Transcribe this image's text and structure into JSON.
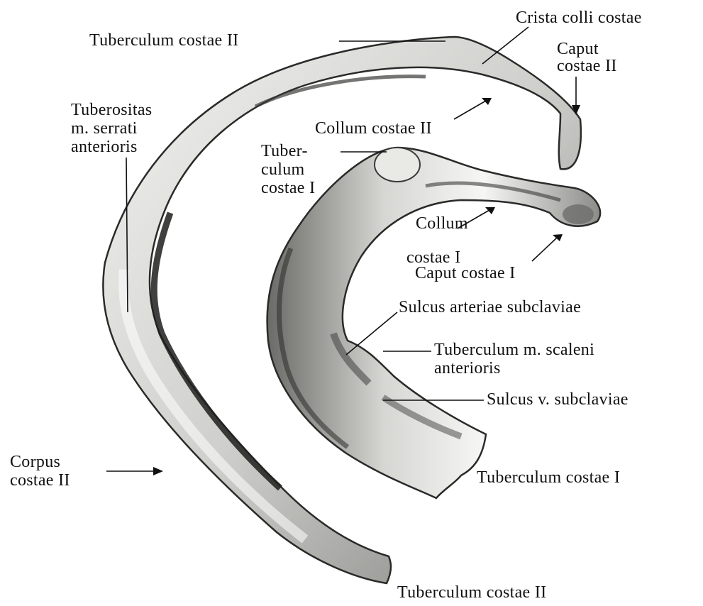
{
  "labels": {
    "tuberculum_costae_ii_top": "Tuberculum costae II",
    "crista_colli_costae": "Crista colli costae",
    "caput_costae_ii_line1": "Caput",
    "caput_costae_ii_line2": "costae II",
    "tuberositas_line1": "Tuberositas",
    "tuberositas_line2": "m. serrati",
    "tuberositas_line3": "anterioris",
    "collum_costae_ii": "Collum costae II",
    "tuberculum_costae_i_line1": "Tuber-",
    "tuberculum_costae_i_line2": "culum",
    "tuberculum_costae_i_line3": "costae I",
    "collum_costae_i_line1": "Collum",
    "collum_costae_i_line2": "costae I",
    "caput_costae_i": "Caput costae I",
    "sulcus_arteriae_subclaviae": "Sulcus arteriae subclaviae",
    "tuberculum_scaleni_line1": "Tuberculum m. scaleni",
    "tuberculum_scaleni_line2": "anterioris",
    "sulcus_v_subclaviae": "Sulcus v. subclaviae",
    "corpus_costae_ii_line1": "Corpus",
    "corpus_costae_ii_line2": "costae II",
    "tuberculum_costae_i_right": "Tuberculum costae I",
    "tuberculum_costae_ii_bottom": "Tuberculum costae II"
  },
  "colors": {
    "bone_light": "#f4f4f2",
    "bone_mid": "#c9c9c6",
    "bone_shadow": "#5a5a58",
    "ink": "#111111"
  }
}
